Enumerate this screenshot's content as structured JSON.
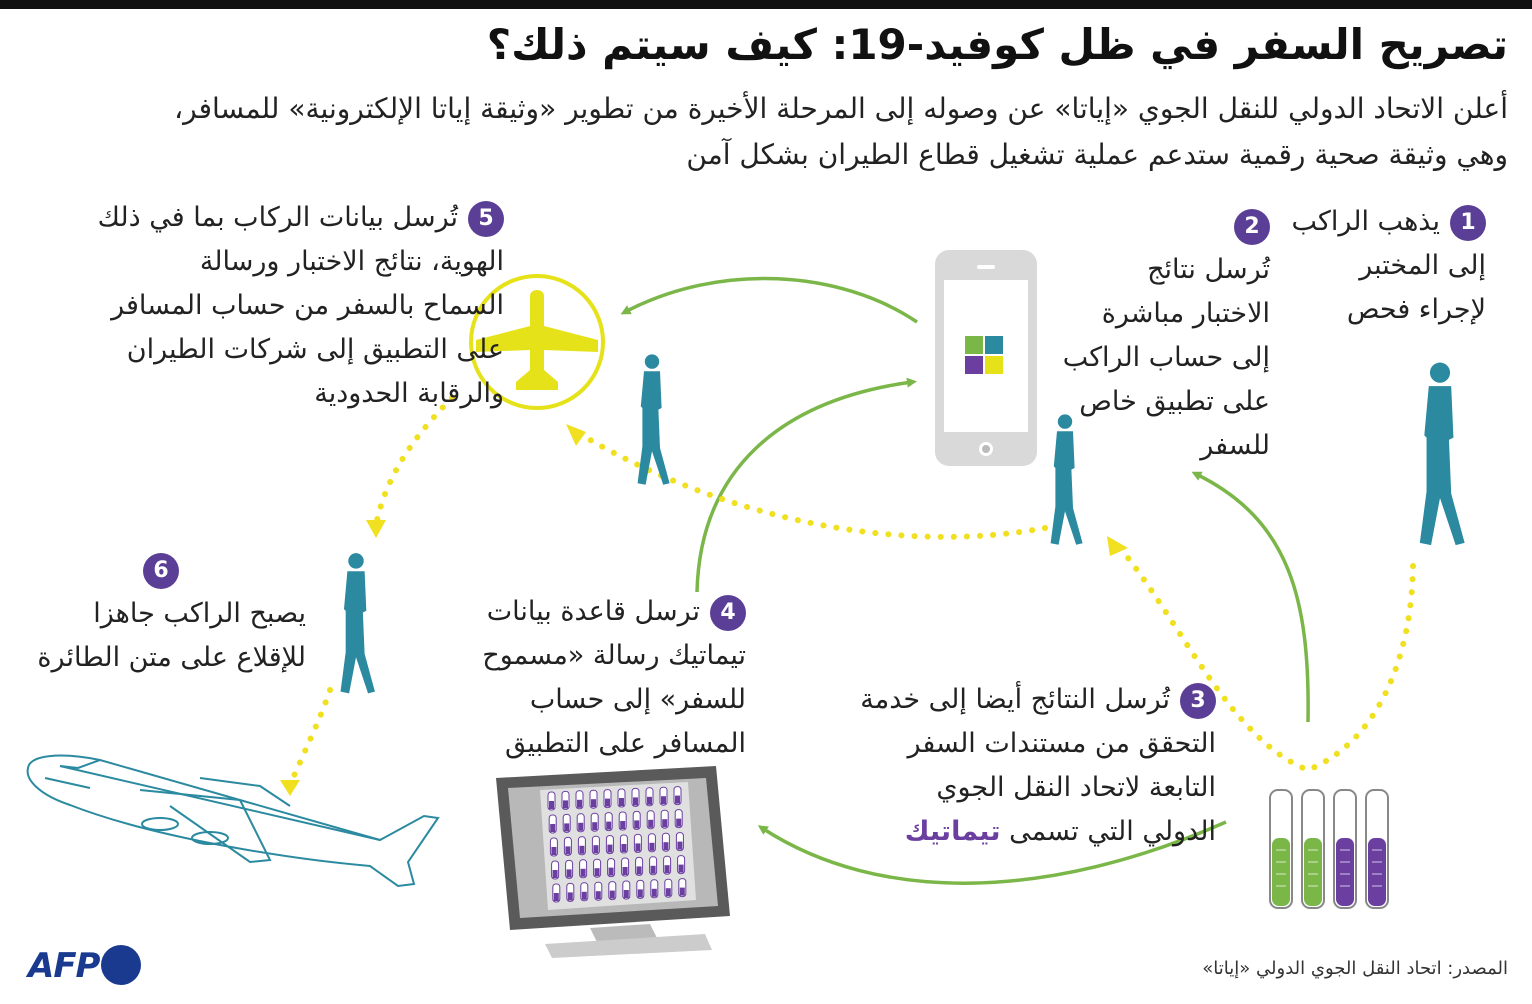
{
  "title": "تصريح السفر في ظل كوفيد-19: كيف سيتم ذلك؟",
  "intro": [
    "أعلن الاتحاد الدولي للنقل الجوي «إياتا» عن وصوله إلى المرحلة الأخيرة من تطوير «وثيقة إياتا الإلكترونية» للمسافر،",
    "وهي وثيقة صحية رقمية ستدعم عملية تشغيل قطاع الطيران بشكل آمن"
  ],
  "steps": {
    "s1": {
      "num": "1",
      "lines": [
        "يذهب الراكب",
        "إلى المختبر",
        "لإجراء فحص"
      ]
    },
    "s2": {
      "num": "2",
      "lines": [
        "تُرسل نتائج",
        "الاختبار مباشرة",
        "إلى حساب الراكب",
        "على تطبيق خاص",
        "للسفر"
      ]
    },
    "s3": {
      "num": "3",
      "lines": [
        "تُرسل النتائج أيضا إلى خدمة",
        "التحقق من مستندات السفر",
        "التابعة لاتحاد النقل الجوي"
      ],
      "last_prefix": "الدولي التي تسمى",
      "last_highlight": "تيماتيك"
    },
    "s4": {
      "num": "4",
      "lines": [
        "ترسل قاعدة بيانات",
        "تيماتيك رسالة «مسموح",
        "للسفر» إلى حساب",
        "المسافر على التطبيق"
      ]
    },
    "s5": {
      "num": "5",
      "lines": [
        "تُرسل بيانات الركاب بما في ذلك",
        "الهوية، نتائج الاختبار ورسالة",
        "السماح بالسفر من حساب المسافر",
        "على التطبيق إلى شركات الطيران",
        "والرقابة الحدودية"
      ]
    },
    "s6": {
      "num": "6",
      "lines": [
        "يصبح الراكب جاهزا",
        "للإقلاع على متن الطائرة"
      ]
    }
  },
  "source": "المصدر: اتحاد النقل الجوي الدولي «إياتا»",
  "logo": "AFP",
  "colors": {
    "badge": "#5b3f96",
    "arrow_green": "#7ab648",
    "dots_yellow": "#f0e020",
    "person": "#2b8aa0",
    "plane_yellow": "#e6e21a",
    "tube_green": "#7ab648",
    "tube_purple": "#6b3fa0",
    "outline_plane": "#2b8aa0",
    "afp_blue": "#1a3a8f"
  },
  "icons": [
    "person-icon",
    "phone-icon",
    "app-icon",
    "plane-icon",
    "test-tubes-icon",
    "monitor-icon",
    "airliner-icon"
  ]
}
